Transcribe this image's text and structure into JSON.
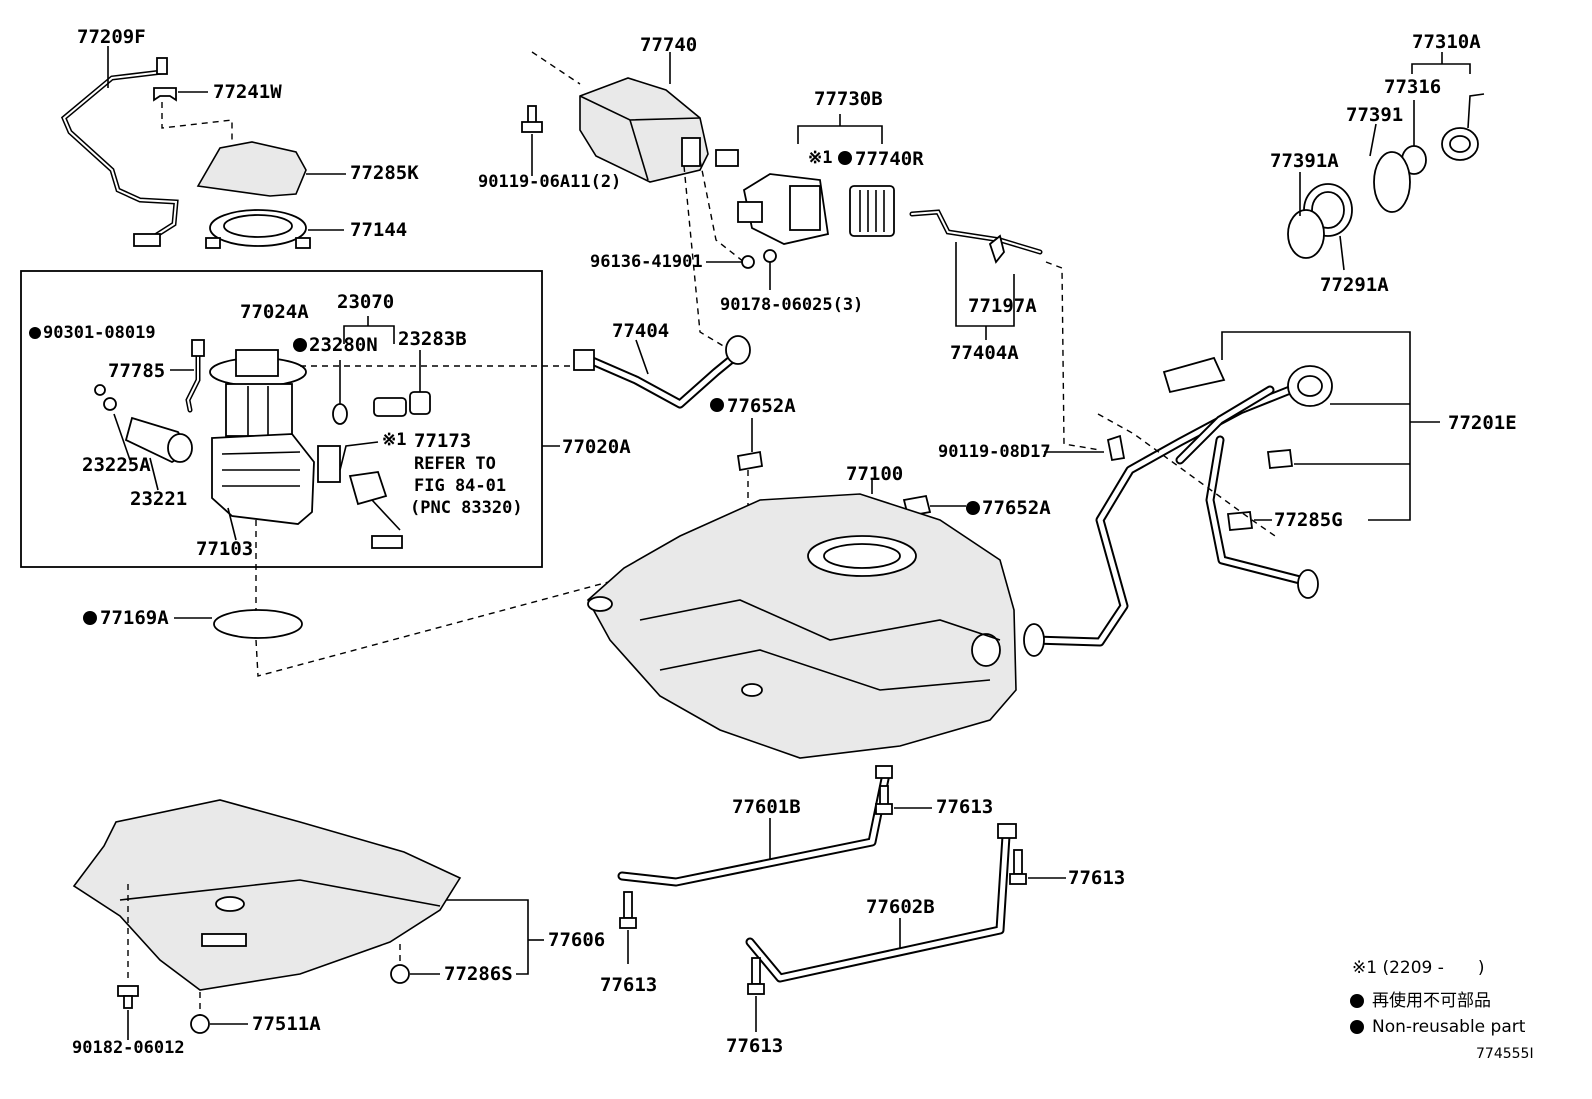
{
  "labels": {
    "p77209F": "77209F",
    "p77241W": "77241W",
    "p77285K": "77285K",
    "p77144": "77144",
    "p90301_08019": "90301-08019",
    "p77024A": "77024A",
    "p23070": "23070",
    "p23280N": "23280N",
    "p23283B": "23283B",
    "p77785": "77785",
    "p77173": "77173",
    "refer_line1": "REFER TO",
    "refer_line2": "FIG 84-01",
    "refer_line3": "(PNC 83320)",
    "p23225A": "23225A",
    "p23221": "23221",
    "p77103": "77103",
    "p77020A": "77020A",
    "p77169A": "77169A",
    "p77740": "77740",
    "p90119_06A11": "90119-06A11(2)",
    "p77730B": "77730B",
    "p77740R": "77740R",
    "p96136_41901": "96136-41901",
    "p90178_06025": "90178-06025(3)",
    "p77197A": "77197A",
    "p77404A": "77404A",
    "p77404": "77404",
    "p77652A_top": "77652A",
    "p77652A_right": "77652A",
    "p77100": "77100",
    "p90119_08D17": "90119-08D17",
    "p77310A": "77310A",
    "p77316": "77316",
    "p77391": "77391",
    "p77391A": "77391A",
    "p77291A": "77291A",
    "p77201E": "77201E",
    "p77285G": "77285G",
    "p77601B": "77601B",
    "p77613_a": "77613",
    "p77613_b": "77613",
    "p77613_c": "77613",
    "p77613_d": "77613",
    "p77602B": "77602B",
    "p77606": "77606",
    "p77286S": "77286S",
    "p77511A": "77511A",
    "p90182_06012": "90182-06012"
  },
  "note_mark": "※1",
  "legend": {
    "range_text": "※1 (2209 -　　)",
    "bullet_jp": "再使用不可部品",
    "bullet_en": "Non-reusable part"
  },
  "illustration_code": "774555I"
}
